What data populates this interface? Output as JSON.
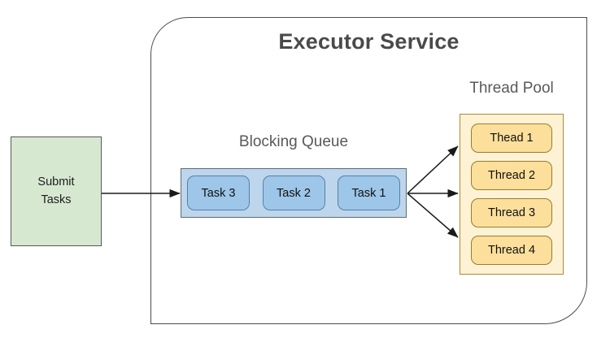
{
  "diagram": {
    "title": "Executor Service",
    "submit": {
      "line1": "Submit",
      "line2": "Tasks"
    },
    "queue": {
      "title": "Blocking Queue",
      "tasks": [
        {
          "label": "Task 3"
        },
        {
          "label": "Task 2"
        },
        {
          "label": "Task 1"
        }
      ]
    },
    "pool": {
      "title": "Thread Pool",
      "threads": [
        {
          "label": "Thead 1"
        },
        {
          "label": "Thread 2"
        },
        {
          "label": "Thread 3"
        },
        {
          "label": "Thread 4"
        }
      ]
    },
    "colors": {
      "submit_fill": "#d7e8d1",
      "submit_border": "#55595a",
      "queue_fill": "#bdd6ec",
      "queue_border": "#5f6b75",
      "task_fill": "#9dc6e8",
      "task_border": "#5581a8",
      "pool_fill": "#fdf3d4",
      "pool_border": "#b08a36",
      "thread_fill": "#fbdf9b",
      "thread_border": "#9a7b2c",
      "frame_border": "#4c4c4c",
      "title_text": "#4a4a4a",
      "label_text": "#59595b",
      "arrow": "#1a1a1a"
    }
  }
}
